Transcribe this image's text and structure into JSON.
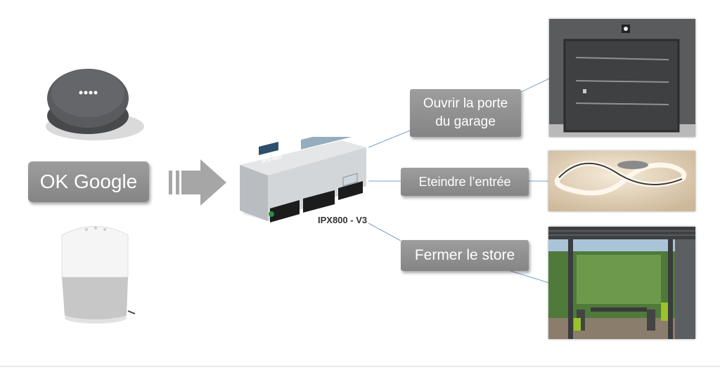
{
  "voice": {
    "trigger_label": "OK Google"
  },
  "controller": {
    "model_caption": "IPX800 - V3",
    "panel_label": "IPX-800"
  },
  "actions": [
    {
      "label": "Ouvrir la porte\ndu garage"
    },
    {
      "label": "Eteindre l’entrée"
    },
    {
      "label": "Fermer le store"
    }
  ],
  "colors": {
    "box_fill": "#8e8e8e",
    "connector": "#7aa3cc",
    "arrow": "#a6a6a6"
  }
}
